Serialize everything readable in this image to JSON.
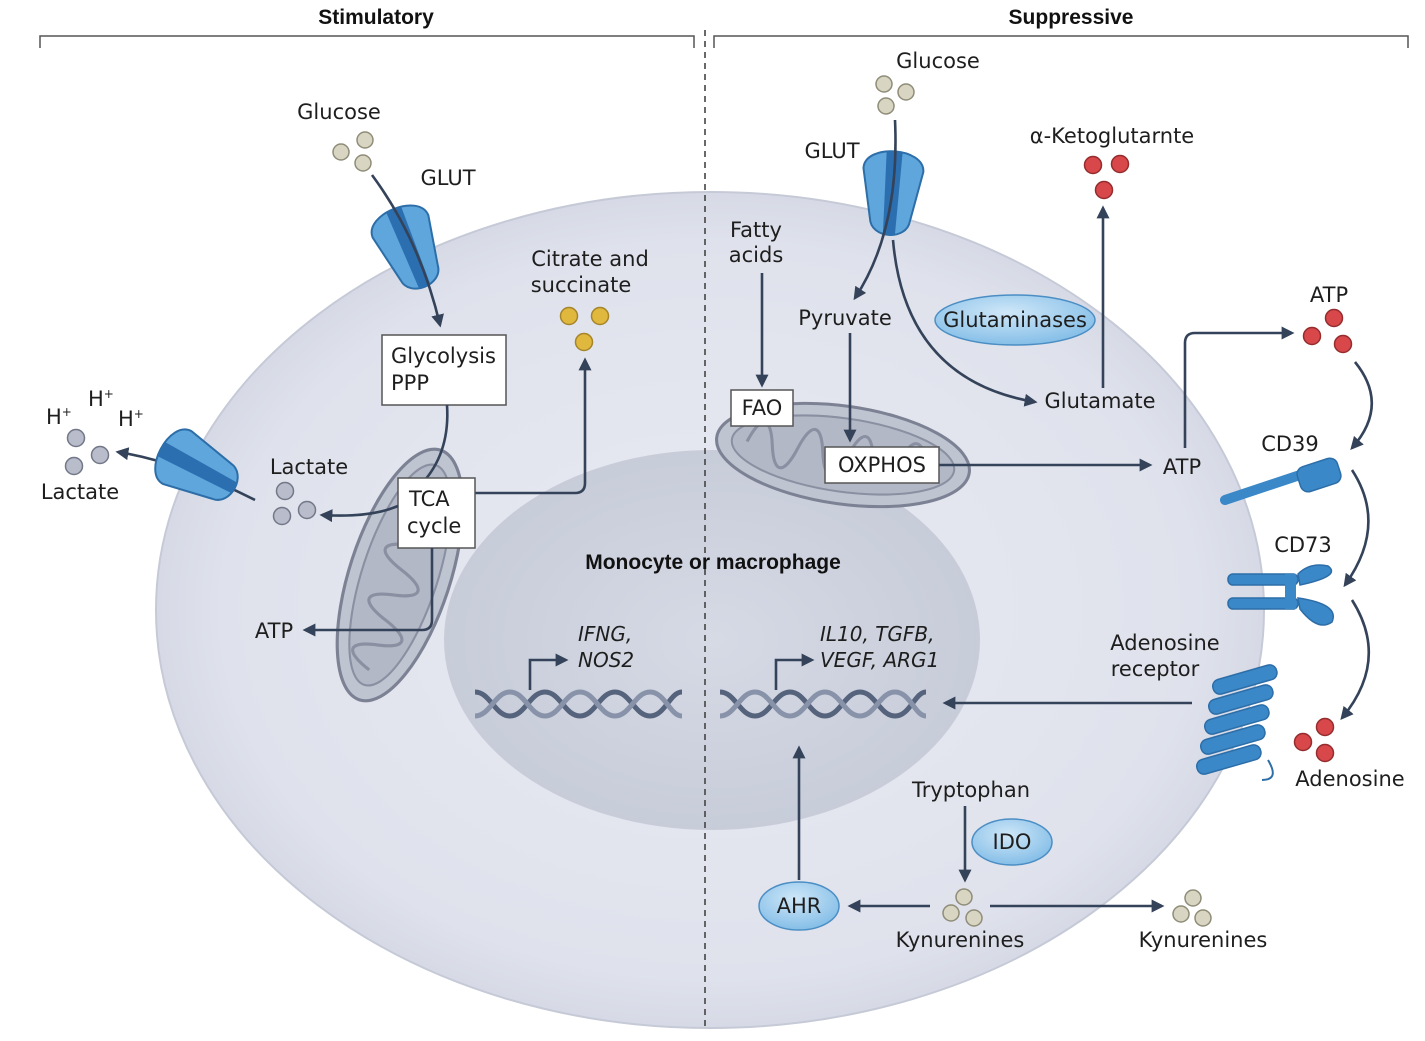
{
  "headers": {
    "left": "Stimulatory",
    "right": "Suppressive"
  },
  "cell_label": "Monocyte or macrophage",
  "stimulatory": {
    "glucose": "Glucose",
    "glut": "GLUT",
    "glycolysis_box": [
      "Glycolysis",
      "PPP"
    ],
    "citrate": [
      "Citrate and",
      "succinate"
    ],
    "tca_box": [
      "TCA",
      "cycle"
    ],
    "lactate_inside": "Lactate",
    "lactate_outside": "Lactate",
    "hplus": "H",
    "hplus_sup": "+",
    "atp": "ATP",
    "genes": [
      "IFNG,",
      "NOS2"
    ]
  },
  "suppressive": {
    "glucose": "Glucose",
    "glut": "GLUT",
    "alpha_kg": "α-Ketoglutarnte",
    "fatty_acids": [
      "Fatty",
      "acids"
    ],
    "pyruvate": "Pyruvate",
    "glutaminases": "Glutaminases",
    "fao_box": "FAO",
    "glutamate": "Glutamate",
    "oxphos_box": "OXPHOS",
    "atp_inside": "ATP",
    "atp_outside": "ATP",
    "cd39": "CD39",
    "cd73": "CD73",
    "adenosine_receptor": [
      "Adenosine",
      "receptor"
    ],
    "adenosine": "Adenosine",
    "genes": [
      "IL10, TGFB,",
      "VEGF, ARG1"
    ],
    "tryptophan": "Tryptophan",
    "ido": "IDO",
    "ahr": "AHR",
    "kynurenines_inside": "Kynurenines",
    "kynurenines_outside": "Kynurenines"
  },
  "colors": {
    "cell_outer": "#dfe2ec",
    "nucleus": "#cdd2de",
    "membrane_protein": "#3a88c8",
    "enzyme_oval": "#a9d3ef",
    "arrow": "#34435a",
    "glucose_dot": "#d8d6c3",
    "lactate_dot": "#b8bccb",
    "citrate_dot": "#e1b83e",
    "red_dot": "#d8484a"
  }
}
